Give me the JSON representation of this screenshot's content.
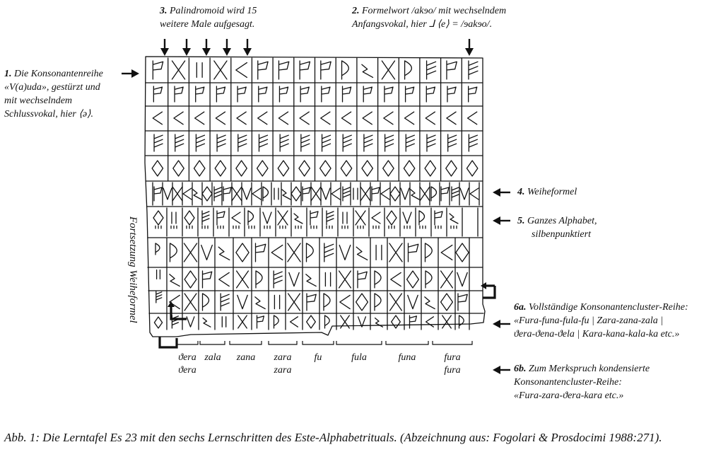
{
  "annotations": {
    "a1": {
      "num": "1.",
      "lines": [
        "Die Konsonantenreihe",
        "«V(a)uda», gestürzt und",
        "mit wechselndem",
        "Schlussvokal, hier ⟨ə⟩."
      ]
    },
    "a3": {
      "num": "3.",
      "lines": [
        "Palindromoid wird 15",
        "weitere Male aufgesagt."
      ]
    },
    "a2": {
      "num": "2.",
      "lines": [
        "Formelwort /akɘo/ mit wechselndem",
        "Anfangsvokal, hier ⅃ ⟨e⟩ = /ɘakɘo/."
      ]
    },
    "a4": {
      "num": "4.",
      "lines": [
        "Weiheformel"
      ]
    },
    "a5": {
      "num": "5.",
      "lines": [
        "Ganzes Alphabet,",
        "silbenpunktiert"
      ]
    },
    "a6a": {
      "num": "6a.",
      "lines": [
        "Vollständige Konsonantencluster-Reihe:",
        "«Fura-funa-fula-fu | Zara-zana-zala |",
        "ϑera-ϑena-ϑela | Kara-kana-kala-ka etc.»"
      ]
    },
    "a6b": {
      "num": "6b.",
      "lines": [
        "Zum Merkspruch kondensierte",
        "Konsonantencluster-Reihe:",
        "«Fura-zara-ϑera-kara etc.»"
      ]
    }
  },
  "vertical_label": "Fortsetzung Weiheformel",
  "bottom_labels": [
    {
      "line1": "ϑera",
      "line2": "ϑera"
    },
    {
      "line1": "zala",
      "line2": ""
    },
    {
      "line1": "zana",
      "line2": ""
    },
    {
      "line1": "zara",
      "line2": "zara"
    },
    {
      "line1": "fu",
      "line2": ""
    },
    {
      "line1": "fula",
      "line2": ""
    },
    {
      "line1": "funa",
      "line2": ""
    },
    {
      "line1": "fura",
      "line2": "fura"
    }
  ],
  "caption": "Abb. 1: Die Lerntafel Es 23 mit den sechs Lernschritten des Este-Alphabetrituals. (Abzeichnung aus: Fogolari & Prosdocimi 1988:271).",
  "colors": {
    "ink": "#111111",
    "paper": "#ffffff"
  }
}
